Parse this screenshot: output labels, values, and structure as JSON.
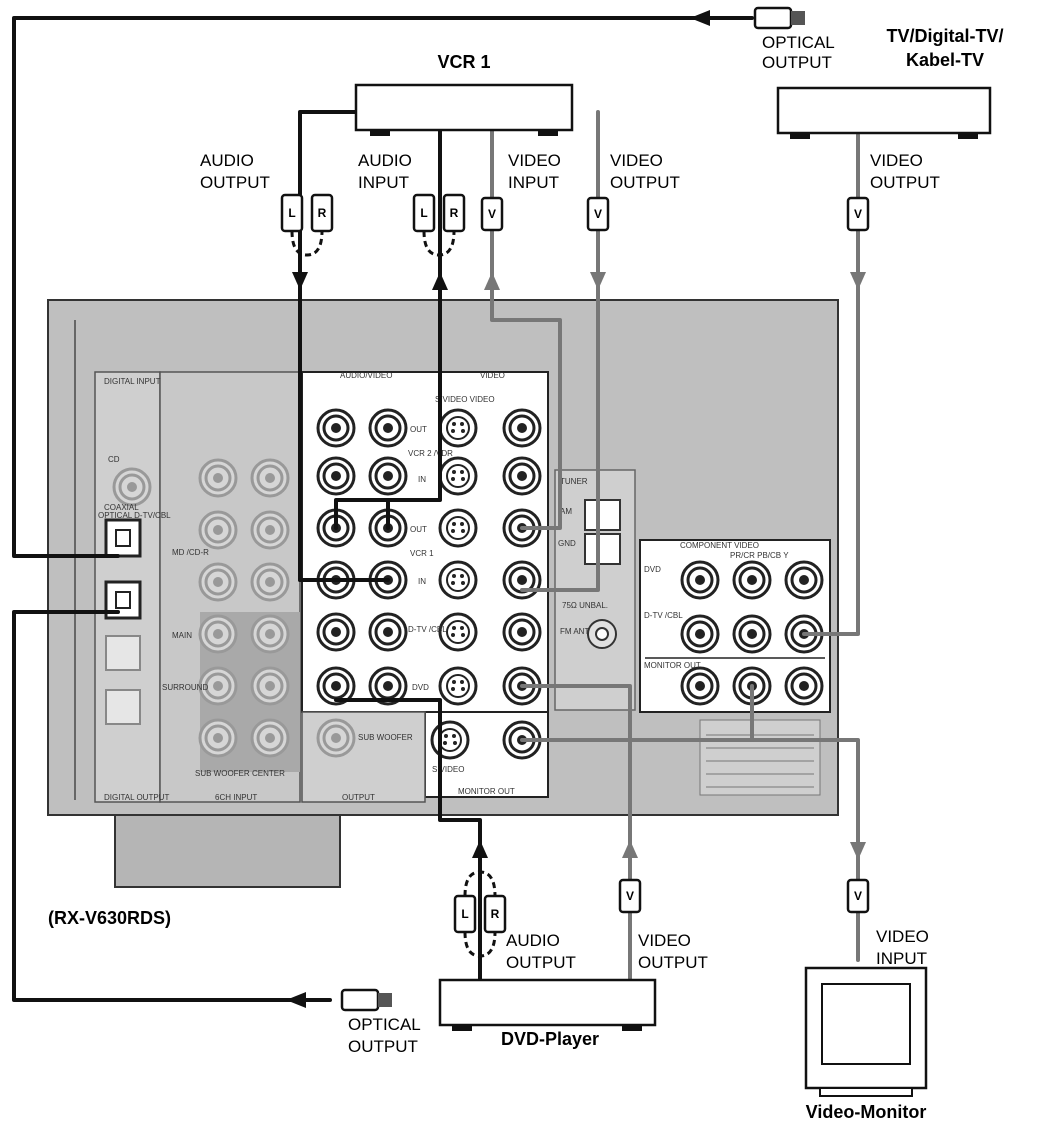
{
  "devices": {
    "vcr": "VCR 1",
    "tv_line1": "TV/Digital-TV/",
    "tv_line2": "Kabel-TV",
    "dvd": "DVD-Player",
    "monitor": "Video-Monitor",
    "receiver_model": "(RX-V630RDS)"
  },
  "labels": {
    "optical": "OPTICAL",
    "output": "OUTPUT",
    "audio": "AUDIO",
    "video": "VIDEO",
    "input": "INPUT"
  },
  "plugs": {
    "left": "L",
    "right": "R",
    "video": "V"
  },
  "panel": {
    "digital_input": "DIGITAL INPUT",
    "digital_output": "DIGITAL OUTPUT",
    "audio_video": "AUDIO/VIDEO",
    "video": "VIDEO",
    "s_video_video": "S VIDEO  VIDEO",
    "out": "OUT",
    "vcr2_vdr": "VCR 2 /VDR",
    "in": "IN",
    "vcr1": "VCR 1",
    "dtv_cbl": "D-TV /CBL",
    "dvd": "DVD",
    "sub_woofer": "SUB WOOFER",
    "output": "OUTPUT",
    "monitor_out": "MONITOR OUT",
    "s_video": "S VIDEO",
    "ch6_input": "6CH INPUT",
    "main": "MAIN",
    "surround": "SURROUND",
    "center": "CENTER",
    "sub_woofer_6ch": "SUB WOOFER",
    "cd": "CD",
    "coaxial": "COAXIAL",
    "optical_dtv_cbl": "OPTICAL D-TV/CBL",
    "md_cd_r": "MD /CD-R",
    "tuner": "TUNER",
    "am": "AM",
    "gnd": "GND",
    "unbal": "75Ω UNBAL.",
    "fm": "FM ANT",
    "component_video": "COMPONENT VIDEO",
    "component_cols": "PR/CR  PB/CB  Y",
    "monitor_out_cv": "MONITOR OUT"
  }
}
